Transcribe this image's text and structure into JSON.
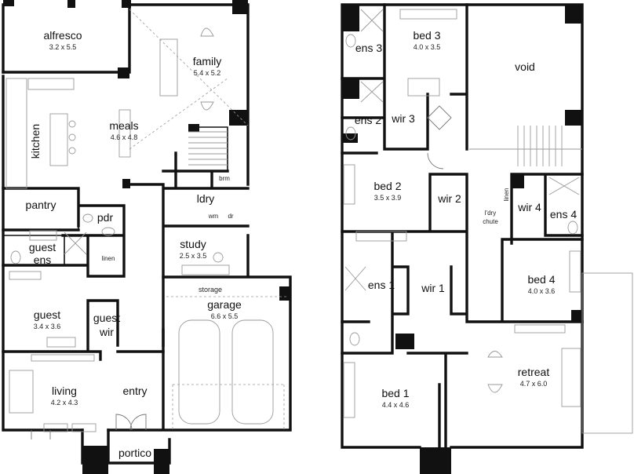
{
  "ground_floor": {
    "alfresco": {
      "name": "alfresco",
      "size": "3.2 x 5.5"
    },
    "family": {
      "name": "family",
      "size": "5.4 x 5.2"
    },
    "meals": {
      "name": "meals",
      "size": "4.6 x 4.8"
    },
    "kitchen": {
      "name": "kitchen"
    },
    "pantry": {
      "name": "pantry"
    },
    "pdr": {
      "name": "pdr"
    },
    "ldry": {
      "name": "ldry"
    },
    "brm": {
      "name": "brm"
    },
    "wm": {
      "name": "wm"
    },
    "dr": {
      "name": "dr"
    },
    "guest_ens": {
      "line1": "guest",
      "line2": "ens"
    },
    "linen": {
      "name": "linen"
    },
    "study": {
      "name": "study",
      "size": "2.5 x 3.5"
    },
    "storage": {
      "name": "storage"
    },
    "garage": {
      "name": "garage",
      "size": "6.6 x 5.5"
    },
    "guest": {
      "name": "guest",
      "size": "3.4 x 3.6"
    },
    "guest_wir": {
      "line1": "guest",
      "line2": "wir"
    },
    "living": {
      "name": "living",
      "size": "4.2 x 4.3"
    },
    "entry": {
      "name": "entry"
    },
    "portico": {
      "name": "portico"
    }
  },
  "first_floor": {
    "ens3": {
      "name": "ens 3"
    },
    "bed3": {
      "name": "bed 3",
      "size": "4.0 x 3.5"
    },
    "void": {
      "name": "void"
    },
    "ens2": {
      "name": "ens 2"
    },
    "wir3": {
      "name": "wir 3"
    },
    "bed2": {
      "name": "bed 2",
      "size": "3.5 x 3.9"
    },
    "wir2": {
      "name": "wir 2"
    },
    "linen": {
      "name": "linen"
    },
    "ldry_chute": {
      "line1": "l'dry",
      "line2": "chute"
    },
    "wir4": {
      "name": "wir 4"
    },
    "ens4": {
      "name": "ens 4"
    },
    "bed4": {
      "name": "bed 4",
      "size": "4.0 x 3.6"
    },
    "ens1": {
      "name": "ens 1"
    },
    "wir1": {
      "name": "wir 1"
    },
    "retreat": {
      "name": "retreat",
      "size": "4.7 x 6.0"
    },
    "bed1": {
      "name": "bed 1",
      "size": "4.4 x 4.6"
    }
  }
}
